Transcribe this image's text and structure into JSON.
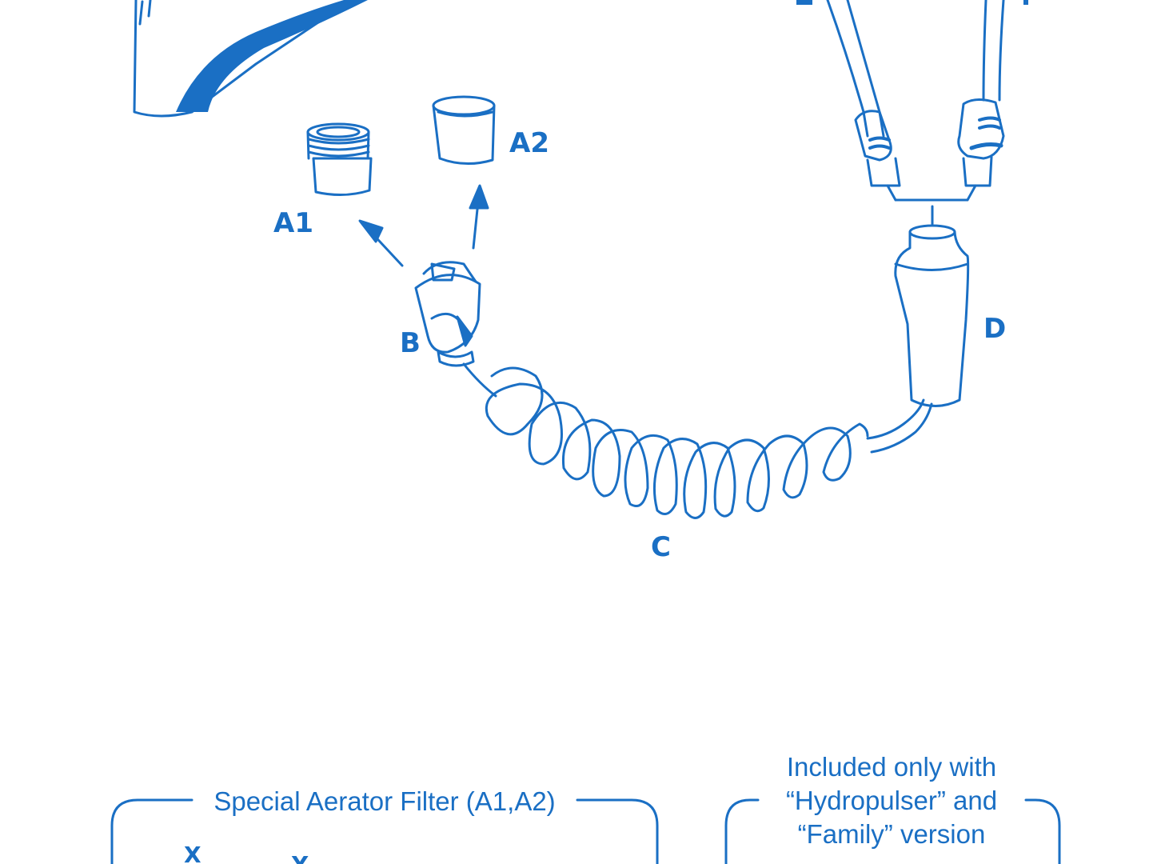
{
  "colors": {
    "accent": "#1a6fc4",
    "background": "#ffffff"
  },
  "labels": {
    "a1": "A1",
    "a2": "A2",
    "b": "B",
    "c": "C",
    "d": "D"
  },
  "box_left": {
    "title": "Special Aerator Filter (A1,A2)",
    "marks": [
      "X",
      "Y"
    ]
  },
  "box_right": {
    "title_lines": [
      "Included only with",
      "“Hydropulser” and",
      "“Family” version"
    ]
  }
}
